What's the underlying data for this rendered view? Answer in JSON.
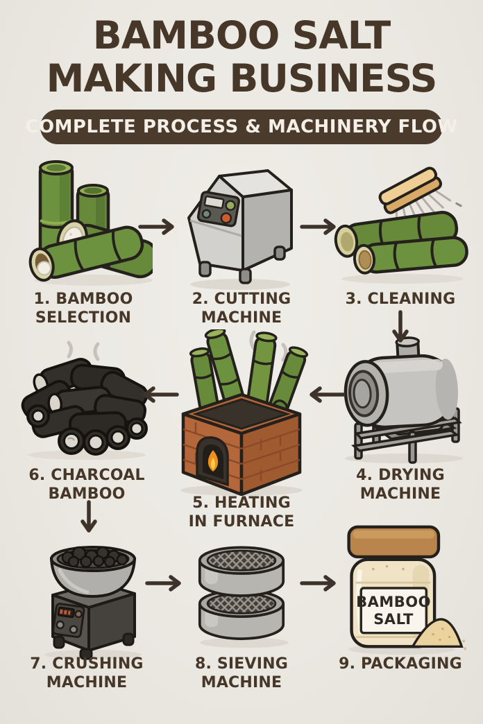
{
  "header": {
    "title_line1": "BAMBOO SALT",
    "title_line2": "MAKING BUSINESS",
    "banner": "COMPLETE PROCESS & MACHINERY FLOW"
  },
  "steps": [
    {
      "num": "1",
      "label_line1": "1. BAMBOO",
      "label_line2": "SELECTION",
      "icon": "bamboo-selection"
    },
    {
      "num": "2",
      "label_line1": "2. CUTTING",
      "label_line2": "MACHINE",
      "icon": "cutting-machine"
    },
    {
      "num": "3",
      "label_line1": "3. CLEANING",
      "label_line2": "",
      "icon": "cleaning-brush-and-bamboo"
    },
    {
      "num": "4",
      "label_line1": "4. DRYING",
      "label_line2": "MACHINE",
      "icon": "drying-machine"
    },
    {
      "num": "5",
      "label_line1": "5. HEATING",
      "label_line2": "IN FURNACE",
      "icon": "brick-furnace"
    },
    {
      "num": "6",
      "label_line1": "6. CHARCOAL",
      "label_line2": "BAMBOO",
      "icon": "charcoal-bamboo-pile"
    },
    {
      "num": "7",
      "label_line1": "7. CRUSHING",
      "label_line2": "MACHINE",
      "icon": "crushing-machine"
    },
    {
      "num": "8",
      "label_line1": "8. SIEVING",
      "label_line2": "MACHINE",
      "icon": "sieving-machine"
    },
    {
      "num": "9",
      "label_line1": "9. PACKAGING",
      "label_line2": "",
      "icon": "salt-jar-packaging"
    }
  ],
  "packaging_jar": {
    "label_line1": "BAMBOO",
    "label_line2": "SALT"
  },
  "flow": {
    "arrows": [
      {
        "from": "1",
        "to": "2",
        "direction": "right"
      },
      {
        "from": "2",
        "to": "3",
        "direction": "right"
      },
      {
        "from": "3",
        "to": "4",
        "direction": "down"
      },
      {
        "from": "4",
        "to": "5",
        "direction": "left"
      },
      {
        "from": "5",
        "to": "6",
        "direction": "left"
      },
      {
        "from": "6",
        "to": "7",
        "direction": "down"
      },
      {
        "from": "7",
        "to": "8",
        "direction": "right"
      },
      {
        "from": "8",
        "to": "9",
        "direction": "right"
      }
    ]
  },
  "colors": {
    "background": "#ebe8e2",
    "ink": "#463729",
    "banner_bg": "#4a3b2c",
    "banner_text": "#f4f0e8",
    "arrow": "#3d332a",
    "bamboo_green": "#6d923f",
    "bamboo_ring_cream": "#d9d3a5",
    "brick_orange": "#b4673a",
    "flame_orange": "#ee8f20",
    "flame_yellow": "#f7cd45",
    "charcoal_black": "#33302b",
    "machine_gray": "#c6c4c0",
    "panel_gray": "#5b5954",
    "button_green": "#97aa5e",
    "button_red": "#ce5c31",
    "jar_cream": "#f0e3c6",
    "lid_brown": "#b9854c",
    "salt_sand": "#ead39f"
  }
}
